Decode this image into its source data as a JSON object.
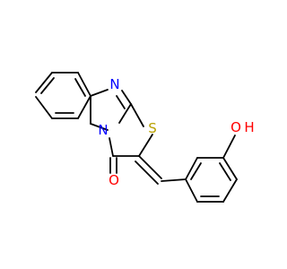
{
  "molecule": {
    "atoms": {
      "nitrogen_top": {
        "label": "N",
        "color": "#0000ff"
      },
      "nitrogen_bridge": {
        "label": "N",
        "color": "#0000ff"
      },
      "sulfur": {
        "label": "S",
        "color": "#b8a000"
      },
      "carbonyl_oxygen": {
        "label": "O",
        "color": "#ff0000"
      },
      "hydroxyl_oxygen": {
        "label": "O",
        "color": "#ff0000"
      },
      "hydroxyl_hydrogen": {
        "label": "H",
        "color": "#ff0000"
      }
    },
    "bond_color": "#000000"
  }
}
